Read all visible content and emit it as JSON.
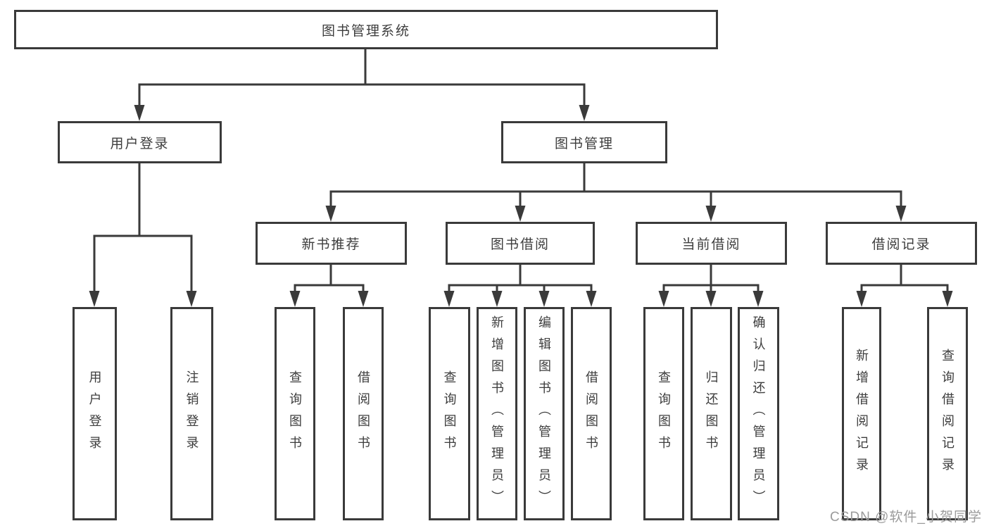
{
  "tree": {
    "root": {
      "label": "图书管理系统"
    },
    "level2": [
      {
        "label": "用户登录"
      },
      {
        "label": "图书管理"
      }
    ],
    "level3": [
      {
        "label": "新书推荐",
        "parent": "图书管理"
      },
      {
        "label": "图书借阅",
        "parent": "图书管理"
      },
      {
        "label": "当前借阅",
        "parent": "图书管理"
      },
      {
        "label": "借阅记录",
        "parent": "图书管理"
      }
    ],
    "leaves": [
      {
        "label": "用户登录",
        "parent": "用户登录"
      },
      {
        "label": "注销登录",
        "parent": "用户登录"
      },
      {
        "label": "查询图书",
        "parent": "新书推荐"
      },
      {
        "label": "借阅图书",
        "parent": "新书推荐"
      },
      {
        "label": "查询图书",
        "parent": "图书借阅"
      },
      {
        "label": "新增图书（管理员）",
        "parent": "图书借阅"
      },
      {
        "label": "编辑图书（管理员）",
        "parent": "图书借阅"
      },
      {
        "label": "借阅图书",
        "parent": "图书借阅"
      },
      {
        "label": "查询图书",
        "parent": "当前借阅"
      },
      {
        "label": "归还图书",
        "parent": "当前借阅"
      },
      {
        "label": "确认归还（管理员）",
        "parent": "当前借阅"
      },
      {
        "label": "新增借阅记录",
        "parent": "借阅记录"
      },
      {
        "label": "查询借阅记录",
        "parent": "借阅记录"
      }
    ]
  },
  "watermark": "CSDN @软件_小贺同学",
  "colors": {
    "line": "#3a3a3a",
    "text": "#3d3d3d",
    "watermark": "#9b9b9b",
    "background": "#ffffff"
  }
}
